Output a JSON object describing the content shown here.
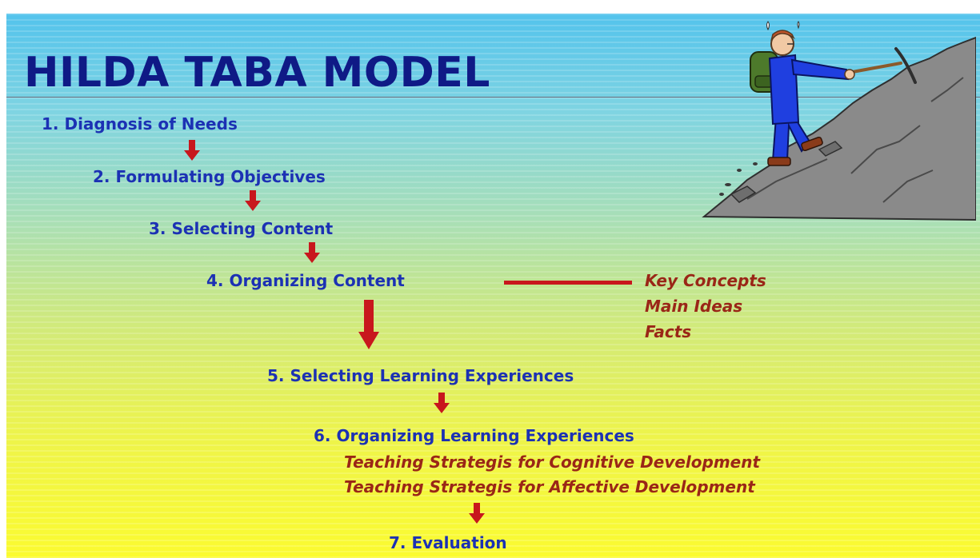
{
  "title": "HILDA TABA MODEL",
  "steps": [
    {
      "label": "1. Diagnosis of Needs"
    },
    {
      "label": "2. Formulating Objectives"
    },
    {
      "label": "3. Selecting Content"
    },
    {
      "label": "4. Organizing Content"
    },
    {
      "label": "5. Selecting Learning Experiences"
    },
    {
      "label": "6. Organizing Learning Experiences"
    },
    {
      "label": "7. Evaluation"
    }
  ],
  "organizing_content_details": [
    "Key Concepts",
    "Main Ideas",
    "Facts"
  ],
  "learning_experience_details": [
    "Teaching Strategis for Cognitive Development",
    "Teaching Strategis for Affective Development"
  ],
  "colors": {
    "title": "#0f1a86",
    "step_text": "#1c31b4",
    "detail_text": "#9a2617",
    "arrow": "#c8171d",
    "background_top": "#53c3ec",
    "background_bottom": "#fbfb30"
  },
  "illustration": "mountain-climber-icon"
}
